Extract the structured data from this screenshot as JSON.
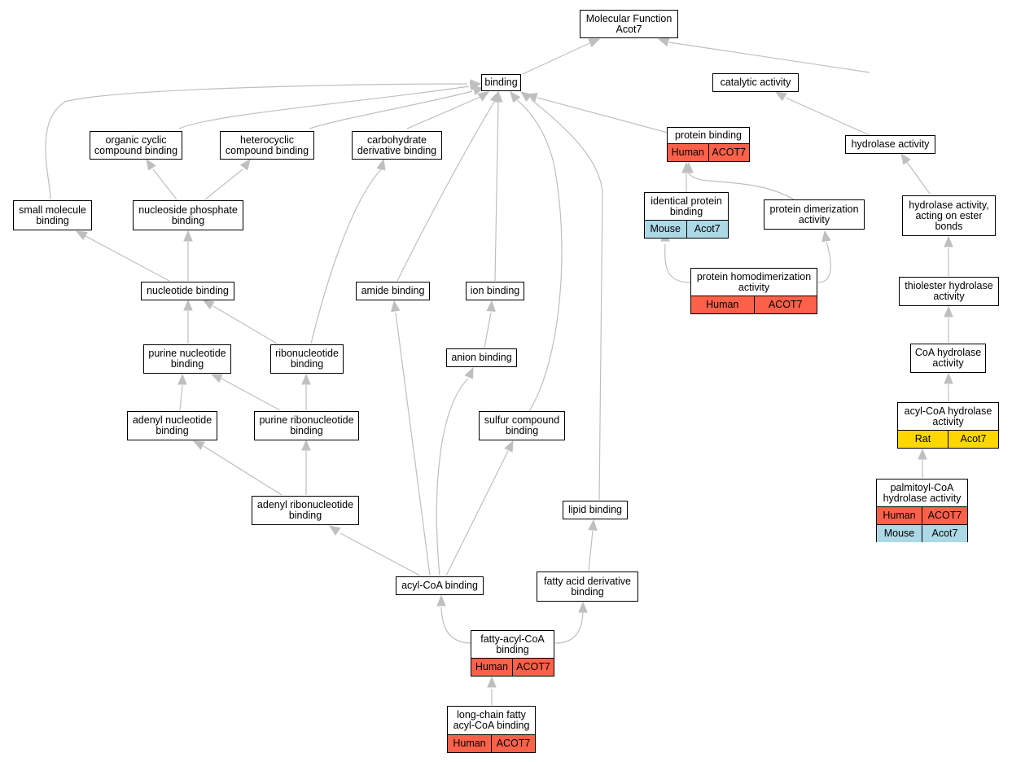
{
  "colors": {
    "human": "#fe614a",
    "mouse": "#add8e6",
    "rat": "#ffd700",
    "edge": "#bfbfbf"
  },
  "nodes": {
    "root": {
      "lines": [
        "Molecular Function",
        "Acot7"
      ]
    },
    "binding": {
      "lines": [
        "binding"
      ]
    },
    "catalytic": {
      "lines": [
        "catalytic activity"
      ]
    },
    "organic_cyclic": {
      "lines": [
        "organic cyclic",
        "compound binding"
      ]
    },
    "heterocyclic": {
      "lines": [
        "heterocyclic",
        "compound binding"
      ]
    },
    "carbohydrate_deriv": {
      "lines": [
        "carbohydrate",
        "derivative binding"
      ]
    },
    "protein_binding": {
      "lines": [
        "protein binding"
      ],
      "orgs": [
        [
          "Human",
          "ACOT7"
        ]
      ]
    },
    "hydrolase": {
      "lines": [
        "hydrolase activity"
      ]
    },
    "small_molecule": {
      "lines": [
        "small molecule",
        "binding"
      ]
    },
    "nucleoside_phosphate": {
      "lines": [
        "nucleoside phosphate",
        "binding"
      ]
    },
    "identical_protein": {
      "lines": [
        "identical protein",
        "binding"
      ],
      "orgs": [
        [
          "Mouse",
          "Acot7"
        ]
      ]
    },
    "protein_dimerization": {
      "lines": [
        "protein dimerization",
        "activity"
      ]
    },
    "hydrolase_ester": {
      "lines": [
        "hydrolase activity,",
        "acting on ester",
        "bonds"
      ]
    },
    "protein_homodimerization": {
      "lines": [
        "protein homodimerization",
        "activity"
      ],
      "orgs": [
        [
          "Human",
          "ACOT7"
        ]
      ]
    },
    "nucleotide": {
      "lines": [
        "nucleotide binding"
      ]
    },
    "amide": {
      "lines": [
        "amide binding"
      ]
    },
    "ion": {
      "lines": [
        "ion binding"
      ]
    },
    "thiolester": {
      "lines": [
        "thiolester hydrolase",
        "activity"
      ]
    },
    "purine_nucleotide": {
      "lines": [
        "purine nucleotide",
        "binding"
      ]
    },
    "ribonucleotide": {
      "lines": [
        "ribonucleotide",
        "binding"
      ]
    },
    "anion": {
      "lines": [
        "anion binding"
      ]
    },
    "coa_hydrolase": {
      "lines": [
        "CoA hydrolase",
        "activity"
      ]
    },
    "adenyl_nucleotide": {
      "lines": [
        "adenyl nucleotide",
        "binding"
      ]
    },
    "purine_ribonucleotide": {
      "lines": [
        "purine ribonucleotide",
        "binding"
      ]
    },
    "sulfur": {
      "lines": [
        "sulfur compound",
        "binding"
      ]
    },
    "acyl_coa_hydrolase": {
      "lines": [
        "acyl-CoA hydrolase",
        "activity"
      ],
      "orgs": [
        [
          "Rat",
          "Acot7"
        ]
      ]
    },
    "palmitoyl": {
      "lines": [
        "palmitoyl-CoA",
        "hydrolase activity"
      ],
      "orgs": [
        [
          "Human",
          "ACOT7"
        ],
        [
          "Mouse",
          "Acot7"
        ]
      ]
    },
    "adenyl_ribonucleotide": {
      "lines": [
        "adenyl ribonucleotide",
        "binding"
      ]
    },
    "lipid": {
      "lines": [
        "lipid binding"
      ]
    },
    "acyl_coa": {
      "lines": [
        "acyl-CoA binding"
      ]
    },
    "fatty_acid_deriv": {
      "lines": [
        "fatty acid derivative",
        "binding"
      ]
    },
    "fatty_acyl_coa": {
      "lines": [
        "fatty-acyl-CoA",
        "binding"
      ],
      "orgs": [
        [
          "Human",
          "ACOT7"
        ]
      ]
    },
    "long_chain": {
      "lines": [
        "long-chain fatty",
        "acyl-CoA binding"
      ],
      "orgs": [
        [
          "Human",
          "ACOT7"
        ]
      ]
    }
  }
}
